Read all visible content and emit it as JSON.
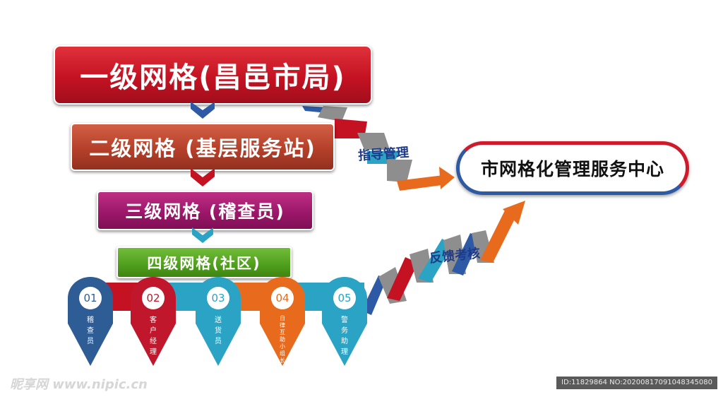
{
  "levels": {
    "level1": "一级网格(昌邑市局)",
    "level2": "二级网格 (基层服务站)",
    "level3": "三级网格 (稽查员)",
    "level4": "四级网格(社区)"
  },
  "center": "市网格化管理服务中心",
  "arrows": {
    "top_label": "指导管理",
    "bottom_label": "反馈考核"
  },
  "pins": [
    {
      "num": "01",
      "label": "稽查员",
      "color": "#2e5c94"
    },
    {
      "num": "02",
      "label": "客户经理",
      "color": "#c0172c"
    },
    {
      "num": "03",
      "label": "送货员",
      "color": "#2aa3c4"
    },
    {
      "num": "04",
      "label": "自律互助小组长",
      "color": "#e86b1d"
    },
    {
      "num": "05",
      "label": "警务助理",
      "color": "#2aa3c4"
    }
  ],
  "colors": {
    "red": "#c41222",
    "blue": "#2e5aa5",
    "cyan": "#2aa3c4",
    "orange": "#e86b1d",
    "gray": "#8e8e8e"
  },
  "watermark": "昵享网 www.nipic.cn",
  "image_id": "ID:11829864 NO:20200817091048345080"
}
